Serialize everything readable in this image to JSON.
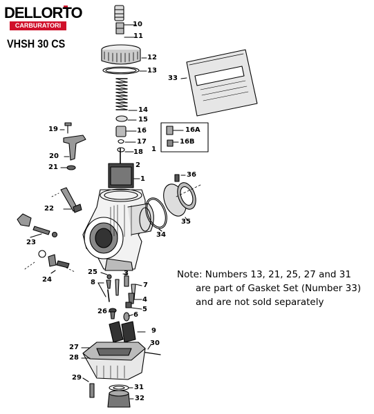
{
  "logo": {
    "brand": "DELLORTO",
    "subtitle": "CARBURATORI"
  },
  "model": "VHSH 30 CS",
  "callouts": [
    "1",
    "2",
    "4",
    "5",
    "6",
    "7",
    "8",
    "9",
    "10",
    "11",
    "12",
    "13",
    "14",
    "15",
    "16",
    "16A",
    "16B",
    "17",
    "18",
    "19",
    "20",
    "21",
    "22",
    "23",
    "24",
    "25",
    "26",
    "27",
    "28",
    "29",
    "3",
    "30",
    "31",
    "32",
    "33",
    "34",
    "35",
    "36"
  ],
  "note": {
    "line1": "Note: Numbers 13, 21, 25, 27 and 31",
    "line2": "are part of Gasket Set (Number 33)",
    "line3": "and are not sold separately"
  }
}
